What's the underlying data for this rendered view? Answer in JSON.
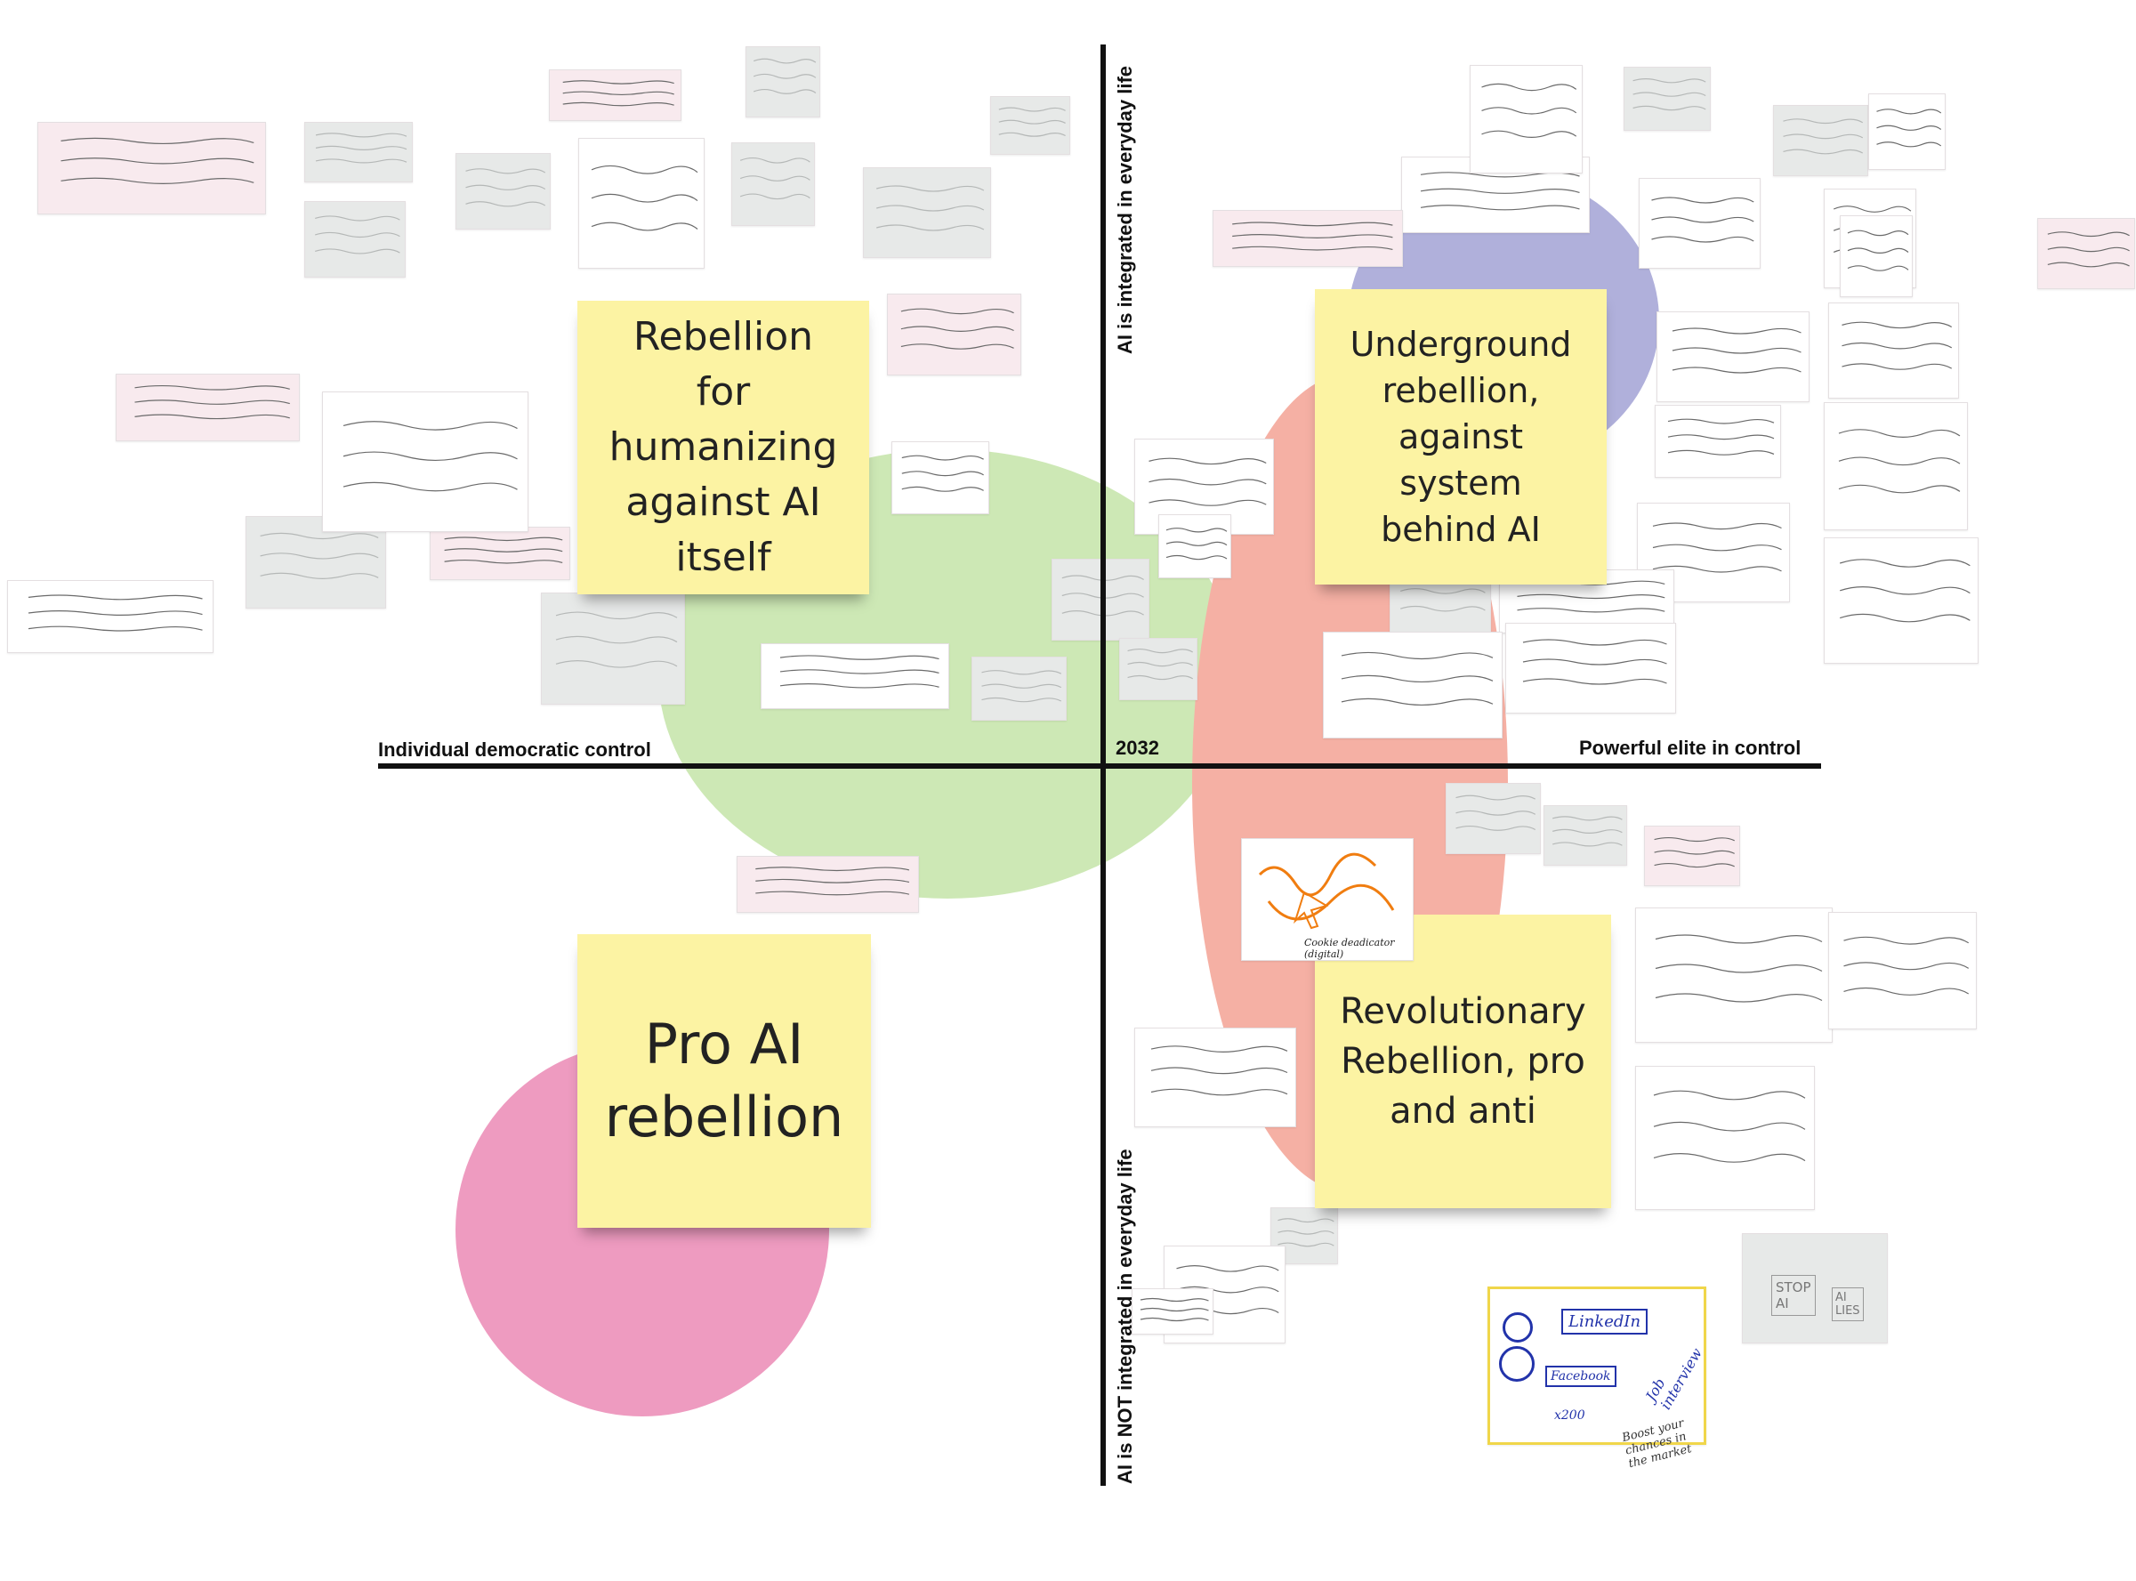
{
  "center_label": "2032",
  "axes": {
    "left": "Individual democratic control",
    "right": "Powerful elite in control",
    "top": "AI is integrated in everyday life",
    "bottom": "AI is NOT integrated in everyday life"
  },
  "quadrants": {
    "top_left": "Rebellion for humanizing against AI itself",
    "top_right": "Underground rebellion, against system behind AI",
    "bottom_left": "Pro AI rebellion",
    "bottom_right": "Revolutionary Rebellion, pro and anti"
  },
  "colors": {
    "green": "#cde8b5",
    "salmon": "#f5b0a4",
    "periwinkle": "#b0b0db",
    "pink": "#ee9bc0",
    "sticky": "#fcf3a3",
    "card_pink": "#f8eaee",
    "card_grey": "#e7e9e8"
  },
  "sketch_notes": {
    "stop_ai": "STOP AI",
    "ai_lies": "AI LIES",
    "linkedin": "LinkedIn",
    "facebook": "Facebook",
    "job_interview": "Job interview",
    "boost": "Boost your chances in the market",
    "x200": "x200",
    "cookie": "Cookie deadicator (digital)"
  }
}
